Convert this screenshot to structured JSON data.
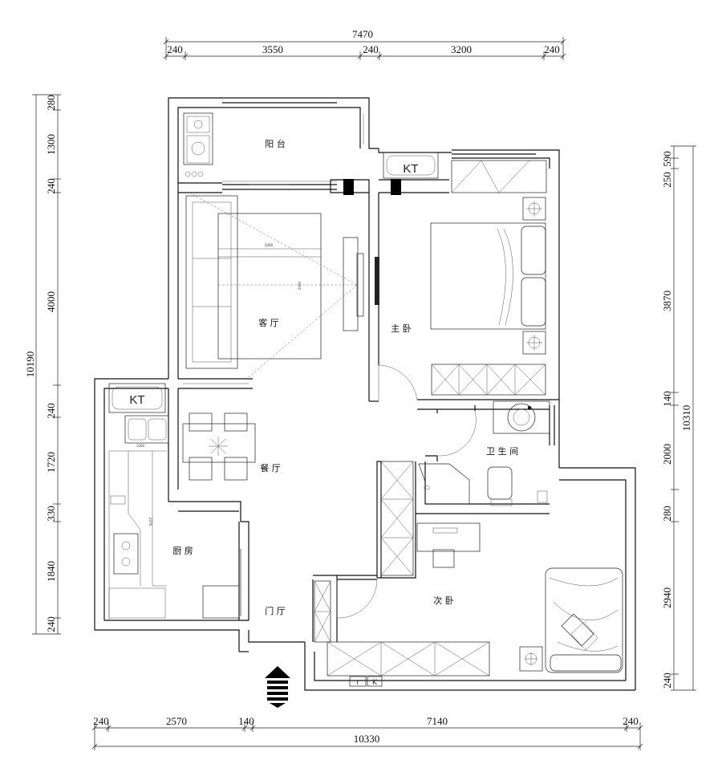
{
  "dimensions": {
    "top_total": "7470",
    "top": [
      "240",
      "3550",
      "240",
      "3200",
      "240"
    ],
    "bottom_total": "10330",
    "bottom": [
      "240",
      "2570",
      "140",
      "7140",
      "240"
    ],
    "left_total": "10190",
    "left": [
      "280",
      "1300",
      "240",
      "4000",
      "240",
      "1720",
      "330",
      "1840",
      "240"
    ],
    "right_total": "10310",
    "right": [
      "590",
      "250",
      "3870",
      "140",
      "2000",
      "280",
      "2940",
      "240"
    ]
  },
  "rooms": {
    "balcony": "阳 台",
    "living": "客 厅",
    "master": "主 卧",
    "dining": "餐 厅",
    "bathroom": "卫 生 间",
    "kitchen": "厨 房",
    "entry": "门 厅",
    "second": "次 卧"
  },
  "labels": {
    "ac_unit": "KT",
    "rug_width": "2000",
    "rug_height": "2000",
    "sink_size": "1200",
    "counter_length": "2270",
    "fridge_r": "r",
    "fridge_k": "K"
  },
  "colors": {
    "line": "#111111",
    "fill": "#000000",
    "background": "#ffffff"
  }
}
